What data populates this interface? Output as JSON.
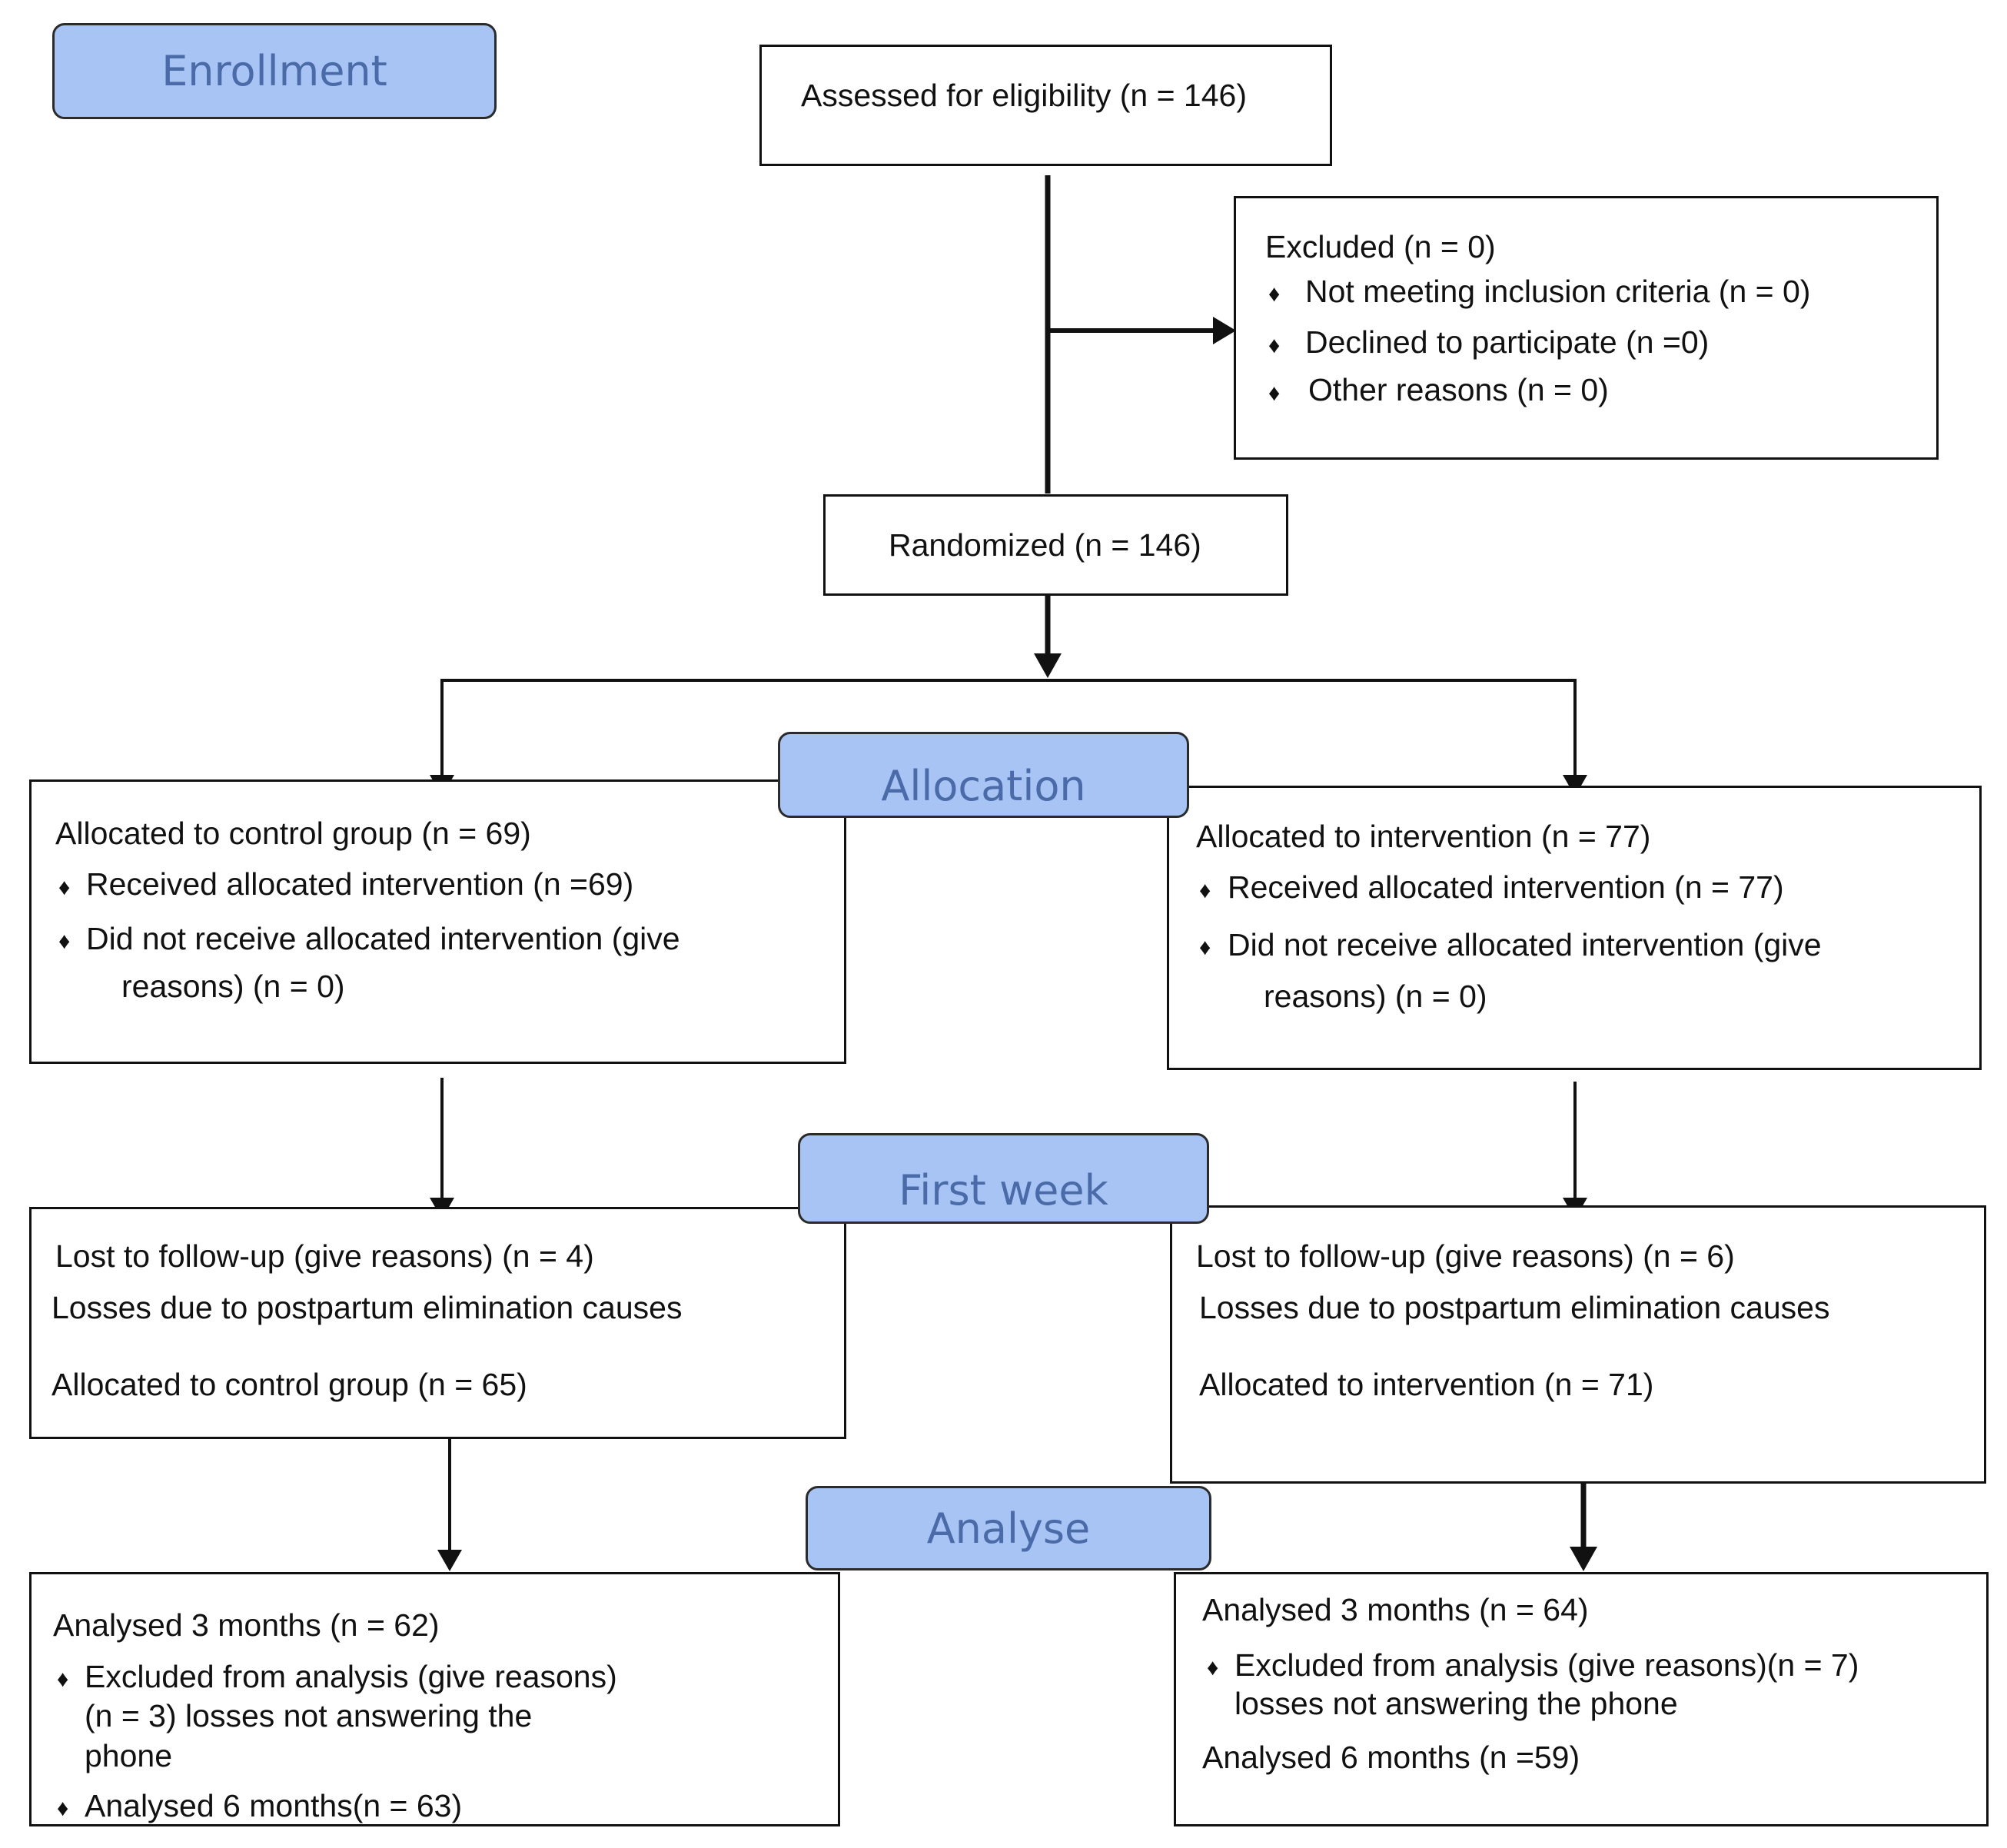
{
  "stages": {
    "enrollment": "Enrollment",
    "allocation": "Allocation",
    "first_week": "First week",
    "analyse": "Analyse"
  },
  "assessed": "Assessed for eligibility (n = 146)",
  "excluded": {
    "title": "Excluded  (n = 0)",
    "items": [
      "Not meeting inclusion criteria (n = 0)",
      "Declined to participate (n =0)",
      "Other reasons (n = 0)"
    ]
  },
  "randomized": "Randomized (n = 146)",
  "allocation_control": {
    "title": "Allocated to control group (n = 69)",
    "received": "Received allocated intervention (n =69)",
    "not_received_1": "Did not receive allocated intervention (give",
    "not_received_2": "reasons) (n = 0)"
  },
  "allocation_intervention": {
    "title": "Allocated to intervention (n = 77)",
    "received": "Received allocated intervention (n = 77)",
    "not_received_1": "Did not receive allocated intervention (give",
    "not_received_2": "reasons) (n = 0)"
  },
  "followup_control": {
    "lost": "Lost to follow-up (give reasons) (n = 4)",
    "losses": "Losses due to postpartum elimination causes",
    "allocated": "Allocated to control group (n = 65)"
  },
  "followup_intervention": {
    "lost": "Lost to follow-up (give reasons) (n = 6)",
    "losses": "Losses due to postpartum elimination causes",
    "allocated": "Allocated to intervention (n = 71)"
  },
  "analysis_control": {
    "three_months": "Analysed 3 months  (n = 62)",
    "excluded_1": "Excluded from analysis (give reasons)",
    "excluded_2": "(n = 3) losses not answering the",
    "excluded_3": "phone",
    "six_months": "Analysed  6  months(n = 63)"
  },
  "analysis_intervention": {
    "three_months": "Analysed 3 months  (n = 64)",
    "excluded_1": "Excluded from analysis (give reasons)(n = 7)",
    "excluded_2": "losses not answering the phone",
    "six_months": "Analysed  6  months  (n =59)"
  },
  "bullet": "♦"
}
